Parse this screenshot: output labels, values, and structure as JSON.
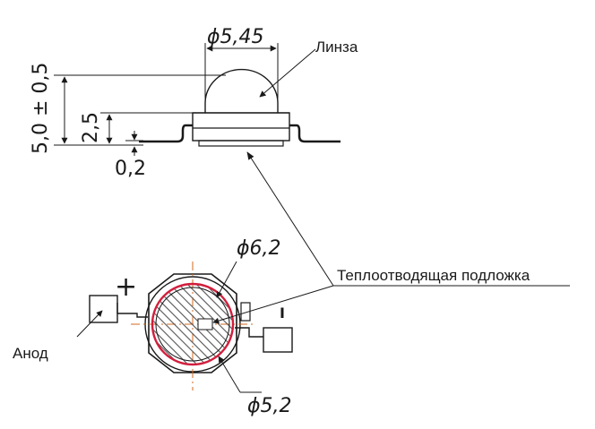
{
  "labels": {
    "top_diameter": "ϕ5,45",
    "lens": "Линза",
    "total_height": "5,0 ± 0,5",
    "body_height": "2,5",
    "lead_thickness": "0,2",
    "outer_diameter": "ϕ6,2",
    "inner_diameter": "ϕ5,2",
    "heat_sink": "Теплоотводящая подложка",
    "anode": "Анод",
    "plus": "+",
    "minus": "I"
  },
  "colors": {
    "line": "#1a1a1a",
    "red_ring": "#d21e3c",
    "center_mark": "#d2691e",
    "hatch": "#555555"
  }
}
